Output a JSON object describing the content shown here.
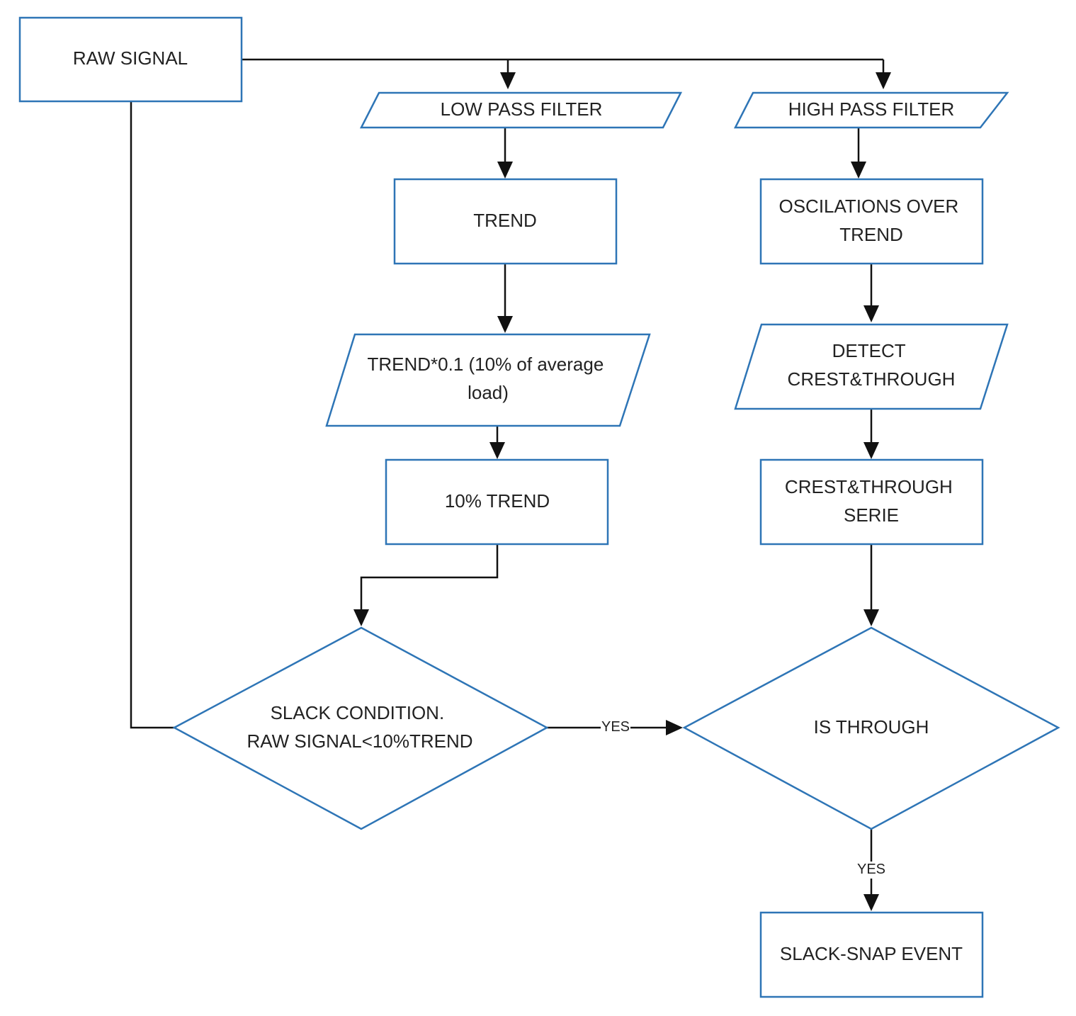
{
  "nodes": {
    "raw_signal": [
      "RAW SIGNAL"
    ],
    "low_pass_filter": [
      "LOW PASS FILTER"
    ],
    "high_pass_filter": [
      "HIGH PASS FILTER"
    ],
    "trend": [
      "TREND"
    ],
    "oscillations_over_trend": [
      "OSCILATIONS OVER",
      "TREND"
    ],
    "trend_times_01": [
      "TREND*0.1 (10% of average",
      "load)"
    ],
    "detect_crest_through": [
      "DETECT",
      "CREST&THROUGH"
    ],
    "ten_percent_trend": [
      "10% TREND"
    ],
    "crest_through_serie": [
      "CREST&THROUGH",
      "SERIE"
    ],
    "slack_condition": [
      "SLACK CONDITION.",
      "RAW SIGNAL<10%TREND"
    ],
    "is_through": [
      "IS THROUGH"
    ],
    "slack_snap_event": [
      "SLACK-SNAP EVENT"
    ]
  },
  "edges": {
    "slack_to_through": "YES",
    "through_to_event": "YES"
  }
}
